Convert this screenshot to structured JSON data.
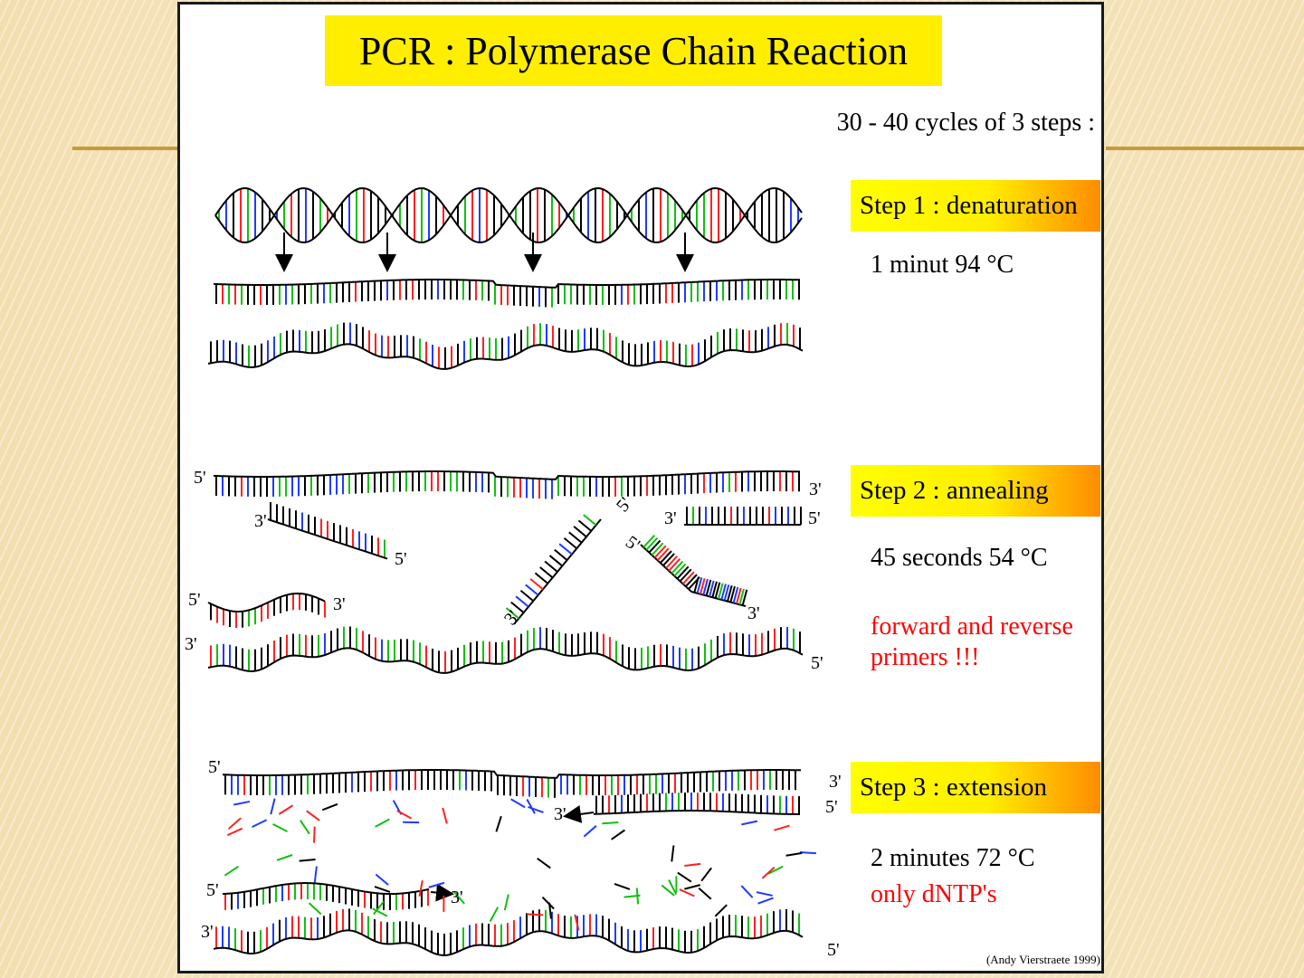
{
  "title": "PCR : Polymerase Chain Reaction",
  "cycles_text": "30 - 40 cycles of 3 steps :",
  "steps": [
    {
      "label": "Step 1 : denaturation",
      "detail": "1 minut 94 °C"
    },
    {
      "label": "Step 2 : annealing",
      "detail": "45 seconds 54 °C",
      "note_line1": "forward and reverse",
      "note_line2": "primers !!!"
    },
    {
      "label": "Step 3 : extension",
      "detail": "2 minutes 72 °C",
      "note_line1": "only dNTP's"
    }
  ],
  "end_labels": {
    "five_prime": "5'",
    "three_prime": "3'"
  },
  "credit": "(Andy Vierstraete 1999)",
  "colors": {
    "title_bg": "#ffee00",
    "step_gradient_end": "#ff8c00",
    "note": "#ff0000",
    "base_red": "#ff2020",
    "base_green": "#10c010",
    "base_blue": "#1e3cff",
    "base_black": "#000000"
  }
}
